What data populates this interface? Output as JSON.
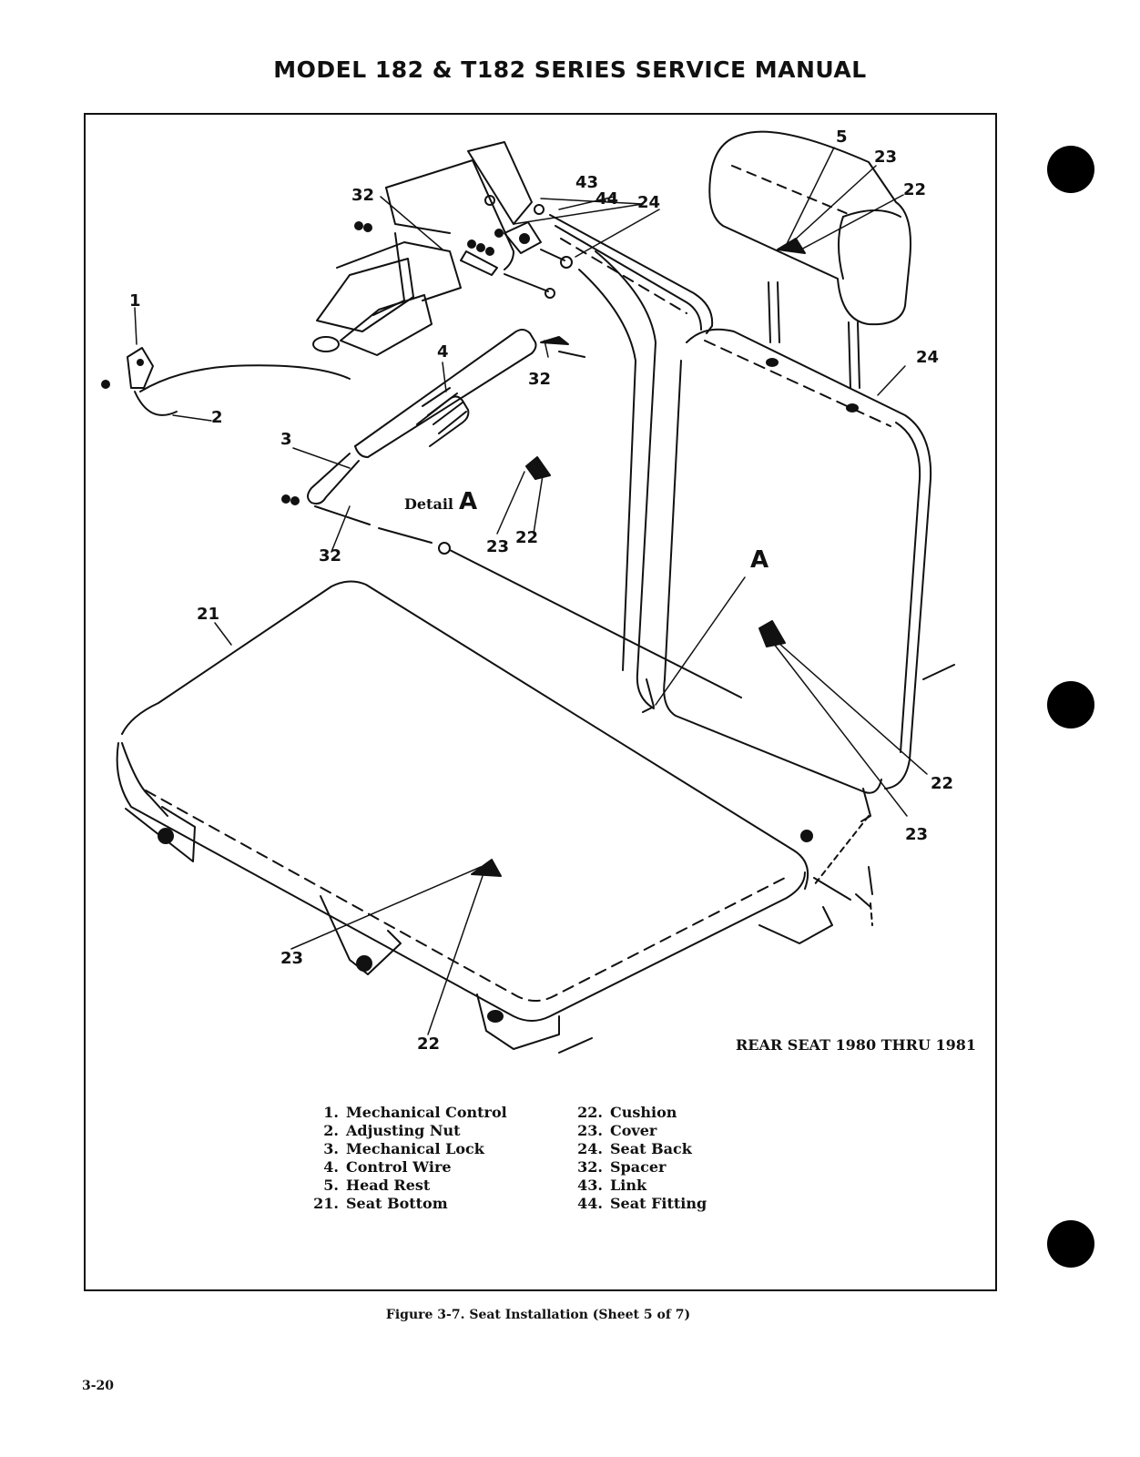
{
  "header": {
    "title": "MODEL 182 & T182 SERIES SERVICE MANUAL"
  },
  "diagram": {
    "callouts": {
      "c1": "1",
      "c2": "2",
      "c3": "3",
      "c4": "4",
      "c5": "5",
      "c21": "21",
      "c22_head": "22",
      "c22_detail": "22",
      "c22_back": "22",
      "c22_bottom": "22",
      "c23_head": "23",
      "c23_detail": "23",
      "c23_back": "23",
      "c23_bottom": "23",
      "c24_left": "24",
      "c24_right": "24",
      "c32_top": "32",
      "c32_mid": "32",
      "c32_low": "32",
      "c43": "43",
      "c44": "44"
    },
    "detail_label": "Detail",
    "detail_letter": "A",
    "view_letter": "A",
    "view_title": "REAR SEAT  1980 THRU 1981"
  },
  "legend": {
    "left": [
      {
        "num": "1.",
        "label": "Mechanical Control"
      },
      {
        "num": "2.",
        "label": "Adjusting Nut"
      },
      {
        "num": "3.",
        "label": "Mechanical Lock"
      },
      {
        "num": "4.",
        "label": "Control Wire"
      },
      {
        "num": "5.",
        "label": "Head Rest"
      },
      {
        "num": "21.",
        "label": "Seat Bottom"
      }
    ],
    "right": [
      {
        "num": "22.",
        "label": "Cushion"
      },
      {
        "num": "23.",
        "label": "Cover"
      },
      {
        "num": "24.",
        "label": "Seat Back"
      },
      {
        "num": "32.",
        "label": "Spacer"
      },
      {
        "num": "43.",
        "label": "Link"
      },
      {
        "num": "44.",
        "label": "Seat Fitting"
      }
    ]
  },
  "caption": "Figure 3-7. Seat Installation (Sheet 5 of 7)",
  "page_number": "3-20"
}
